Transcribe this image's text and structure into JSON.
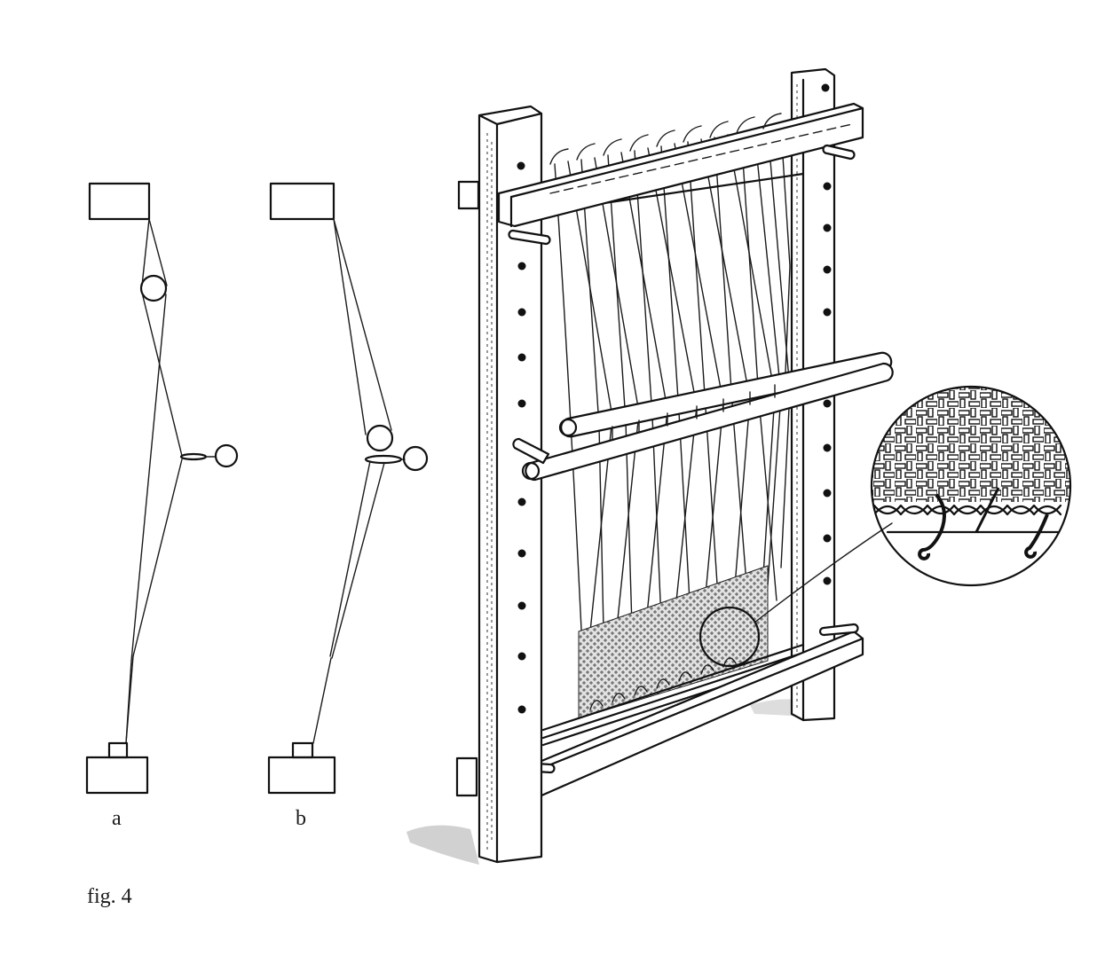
{
  "figure": {
    "caption": "fig. 4",
    "subfigures": [
      {
        "label": "a",
        "description": "warp threads crossing over shed rod and heddle rod, weighted at bottom"
      },
      {
        "label": "b",
        "description": "warp threads with heddle rod pulled forward, weighted at bottom"
      }
    ],
    "main_illustration": "warp-weighted loom with frame, cloth beam, shed rod, heddle bars, woven cloth and magnified inset of weave",
    "inset": "magnified circular detail of tabby weave and starting border"
  },
  "colors": {
    "ink": "#111111",
    "background": "#ffffff"
  }
}
